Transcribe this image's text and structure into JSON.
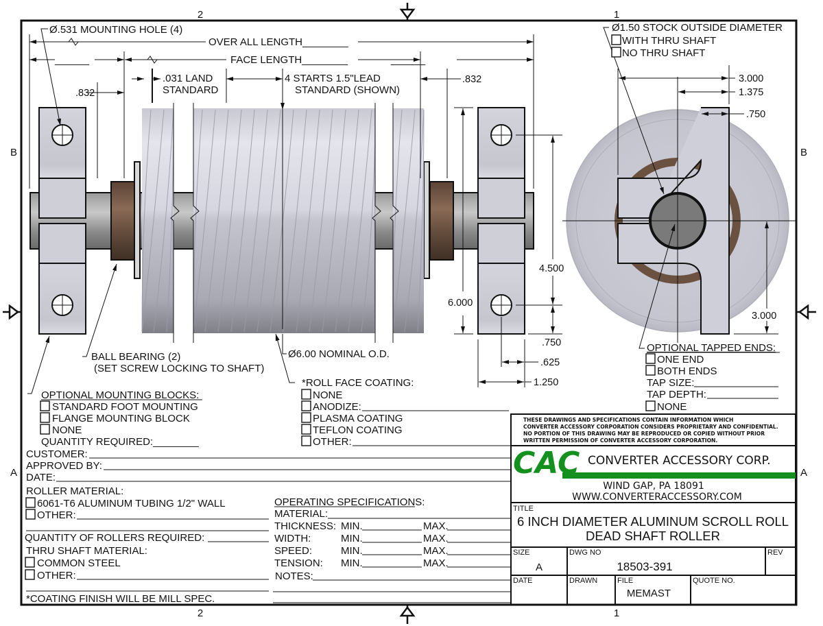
{
  "zones": {
    "top_left": "2",
    "top_right": "1",
    "bottom_left": "2",
    "bottom_right": "1",
    "side_upper": "B",
    "side_lower": "A"
  },
  "callouts": {
    "mounting_hole": "Ø.531 MOUNTING HOLE (4)",
    "overall_length": "OVER ALL LENGTH________",
    "face_length": "FACE LENGTH________",
    "land_line1": ".031 LAND",
    "land_line2": "STANDARD",
    "starts_line1": "4 STARTS 1.5\"LEAD",
    "starts_line2": "STANDARD (SHOWN)",
    "stock_od": "Ø1.50 STOCK OUTSIDE DIAMETER",
    "ball_bearing_line1": "BALL BEARING (2)",
    "ball_bearing_line2": "(SET SCREW LOCKING TO SHAFT)",
    "nominal_od": "Ø6.00 NOMINAL O.D."
  },
  "dimensions": {
    "left_offset": ".832",
    "right_offset": ".832",
    "end_width": "3.000",
    "end_inner": "1.375",
    "block_thickness": ".750",
    "block_height": "6.000",
    "hole_spacing": "4.500",
    "hole_edge": ".750",
    "hole_center": ".625",
    "block_width": "1.250",
    "center_height": "3.000"
  },
  "shaft_options": {
    "items": [
      {
        "label": "WITH THRU SHAFT",
        "checked": false
      },
      {
        "label": "NO THRU SHAFT",
        "checked": false
      }
    ]
  },
  "mounting_blocks": {
    "heading": "OPTIONAL MOUNTING BLOCKS:",
    "items": [
      {
        "label": "STANDARD FOOT MOUNTING",
        "checked": false
      },
      {
        "label": "FLANGE MOUNTING BLOCK",
        "checked": false
      },
      {
        "label": "NONE",
        "checked": false
      }
    ],
    "quantity_label": "QUANTITY REQUIRED:________"
  },
  "roll_face_coating": {
    "heading": "*ROLL FACE COATING:",
    "items": [
      {
        "label": "NONE",
        "checked": false
      },
      {
        "label": "ANODIZE:",
        "checked": false
      },
      {
        "label": "PLASMA COATING",
        "checked": false
      },
      {
        "label": "TEFLON COATING",
        "checked": false
      },
      {
        "label": "OTHER:",
        "checked": false
      }
    ]
  },
  "tapped_ends": {
    "heading": "OPTIONAL TAPPED ENDS:",
    "items": [
      {
        "label": "ONE END",
        "checked": false
      },
      {
        "label": "BOTH ENDS",
        "checked": false
      }
    ],
    "tap_size": "TAP SIZE:",
    "tap_depth": "TAP DEPTH:",
    "none": {
      "label": "NONE",
      "checked": false
    }
  },
  "order_form": {
    "customer": "CUSTOMER:",
    "approved_by": "APPROVED BY:",
    "date": "DATE:",
    "roller_material_heading": "ROLLER MATERIAL:",
    "roller_material_items": [
      {
        "label": "6061-T6 ALUMINUM TUBING 1/2\" WALL",
        "checked": false
      },
      {
        "label": "OTHER:",
        "checked": false
      }
    ],
    "quantity_rollers": "QUANTITY OF ROLLERS REQUIRED:",
    "thru_shaft_heading": "THRU SHAFT MATERIAL:",
    "thru_shaft_items": [
      {
        "label": "COMMON STEEL",
        "checked": false
      },
      {
        "label": "OTHER:",
        "checked": false
      }
    ],
    "coating_note": "*COATING FINISH WILL BE MILL SPEC."
  },
  "operating_specs": {
    "heading": "OPERATING SPECIFICATIONS:",
    "material": "MATERIAL:",
    "rows": [
      {
        "label": "THICKNESS:",
        "min": "MIN.",
        "max": "MAX."
      },
      {
        "label": "WIDTH:",
        "min": "MIN.",
        "max": "MAX."
      },
      {
        "label": "SPEED:",
        "min": "MIN.",
        "max": "MAX."
      },
      {
        "label": "TENSION:",
        "min": "MIN.",
        "max": "MAX."
      }
    ],
    "notes": "NOTES:"
  },
  "title_block": {
    "disclaimer": [
      "THESE DRAWINGS AND SPECIFICATIONS CONTAIN INFORMATION WHICH",
      "CONVERTER ACCESSORY CORPORATION CONSIDERS PROPRIETARY AND CONFIDENTIAL.",
      "NO PORTION OF THIS DRAWING MAY BE REPRODUCED OR COPIED WITHOUT PRIOR",
      "WRITTEN PERMISSION OF CONVERTER ACCESSORY CORPORATION."
    ],
    "logo_text": "CAC",
    "company": "CONVERTER ACCESSORY CORP.",
    "address": "WIND GAP, PA 18091",
    "website": "WWW.CONVERTERACCESSORY.COM",
    "brand_color": "#14901e",
    "title_label": "TITLE",
    "title_line1": "6 INCH DIAMETER ALUMINUM SCROLL ROLL",
    "title_line2": "DEAD SHAFT ROLLER",
    "size_label": "SIZE",
    "size_value": "A",
    "dwg_no_label": "DWG NO",
    "dwg_no_value": "18503-391",
    "rev_label": "REV",
    "rev_value": "",
    "date_label": "DATE",
    "drawn_label": "DRAWN",
    "file_label": "FILE",
    "file_value": "MEMAST",
    "quote_label": "QUOTE NO."
  }
}
